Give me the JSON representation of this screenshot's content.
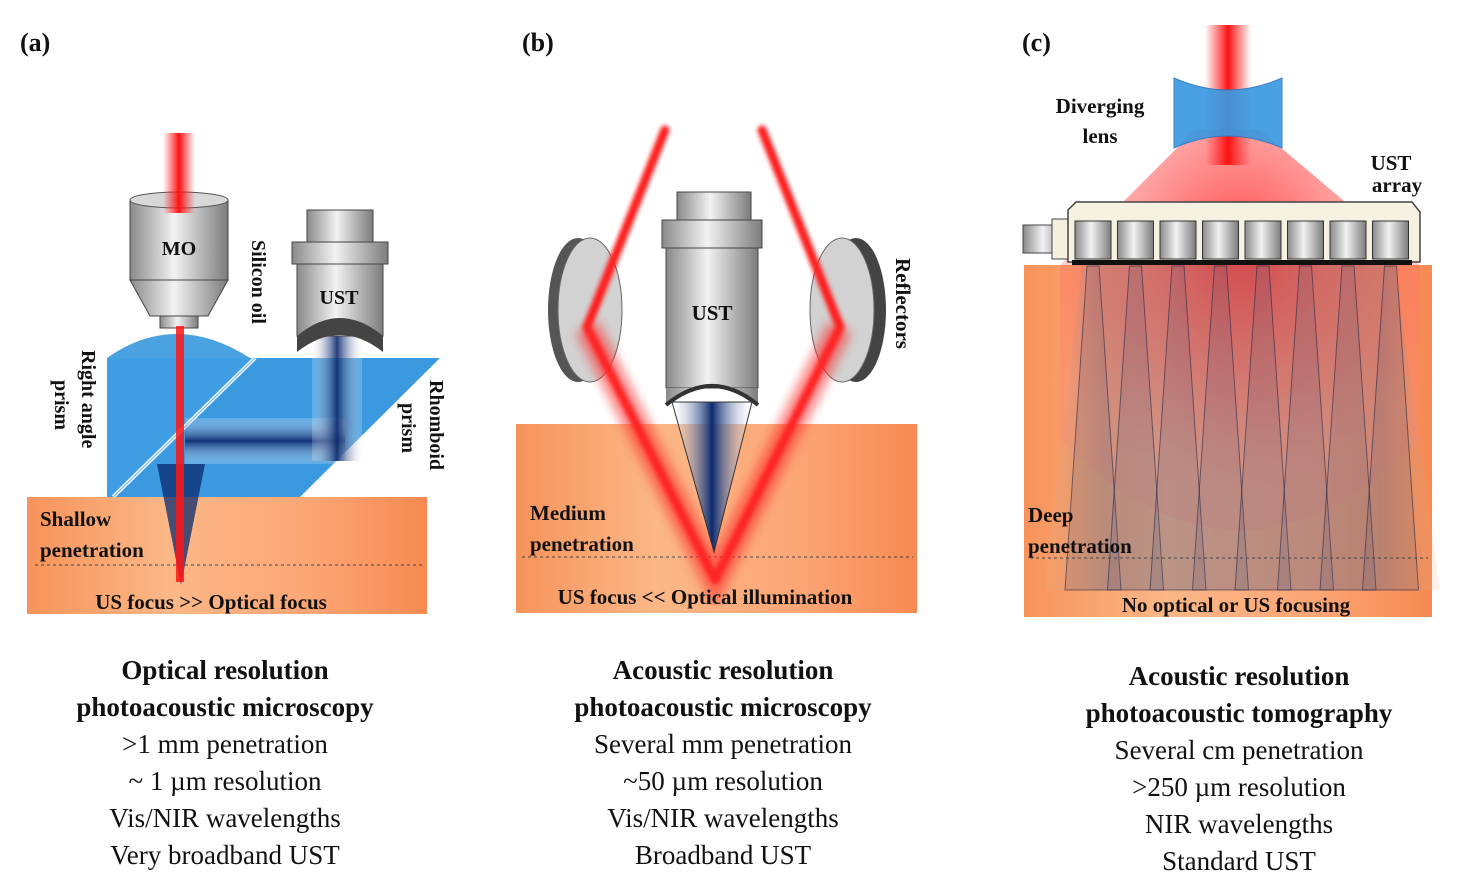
{
  "panels": [
    {
      "id": "a",
      "label": "(a)",
      "labels": {
        "objective": "MO",
        "oil": "Silicon oil",
        "transducer": "UST",
        "right_prism_1": "Right angle",
        "right_prism_2": "prism",
        "rhomboid_1": "Rhomboid",
        "rhomboid_2": "prism",
        "depth_1": "Shallow",
        "depth_2": "penetration",
        "focus_note": "US focus >> Optical focus"
      },
      "caption": {
        "title_1": "Optical resolution",
        "title_2": "photoacoustic microscopy",
        "lines": [
          "&gt;1 mm penetration",
          "~ 1 µm resolution",
          "Vis/NIR wavelengths",
          "Very broadband UST"
        ]
      }
    },
    {
      "id": "b",
      "label": "(b)",
      "labels": {
        "transducer": "UST",
        "reflectors": "Reflectors",
        "depth_1": "Medium",
        "depth_2": "penetration",
        "focus_note": "US focus << Optical illumination"
      },
      "caption": {
        "title_1": "Acoustic resolution",
        "title_2": "photoacoustic microscopy",
        "lines": [
          "Several mm penetration",
          "~50 µm resolution",
          "Vis/NIR wavelengths",
          "Broadband UST"
        ]
      }
    },
    {
      "id": "c",
      "label": "(c)",
      "labels": {
        "lens_1": "Diverging",
        "lens_2": "lens",
        "array_1": "UST",
        "array_2": "array",
        "depth_1": "Deep",
        "depth_2": "penetration",
        "focus_note": "No optical or US focusing"
      },
      "caption": {
        "title_1": "Acoustic resolution",
        "title_2": "photoacoustic tomography",
        "lines": [
          "Several cm penetration",
          "&gt;250 µm resolution",
          "NIR wavelengths",
          "Standard UST"
        ]
      }
    }
  ],
  "colors": {
    "laser": "#ff1a1a",
    "tissue": "#f9a06a",
    "prism": "#3fa0e6",
    "acoustic": "#0b2a6e",
    "metal": "#b9b9b9"
  }
}
